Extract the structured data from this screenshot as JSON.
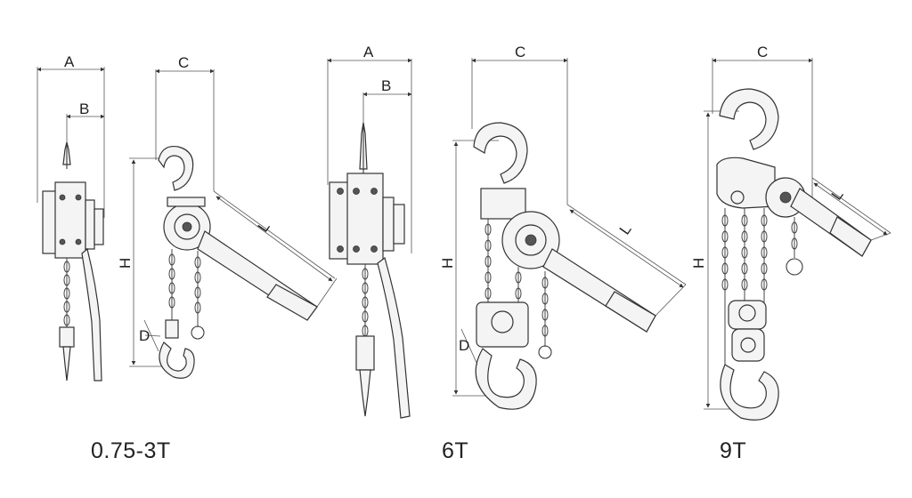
{
  "captions": {
    "small": "0.75-3T",
    "mid": "6T",
    "large": "9T"
  },
  "dims": {
    "a": "A",
    "b": "B",
    "c": "C",
    "d": "D",
    "h": "H",
    "l": "L"
  }
}
